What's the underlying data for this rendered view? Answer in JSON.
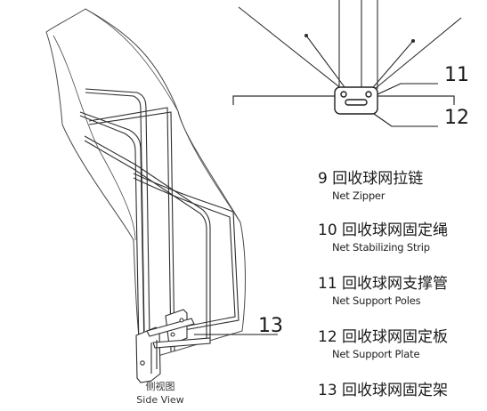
{
  "callouts": {
    "c11": "11",
    "c12": "12",
    "c13": "13"
  },
  "side_view_caption": {
    "zh": "侧视图",
    "en": "Side View"
  },
  "legend": [
    {
      "zh": "9  回收球网拉链",
      "en": "Net Zipper"
    },
    {
      "zh": "10 回收球网固定绳",
      "en": "Net Stabilizing Strip"
    },
    {
      "zh": "11  回收球网支撑管",
      "en": "Net Support Poles"
    },
    {
      "zh": "12 回收球网固定板",
      "en": "Net Support Plate"
    },
    {
      "zh": "13 回收球网固定架",
      "en": ""
    }
  ],
  "colors": {
    "line": "#3a3a3a",
    "frame": "#666666",
    "text": "#1a1a1a"
  }
}
